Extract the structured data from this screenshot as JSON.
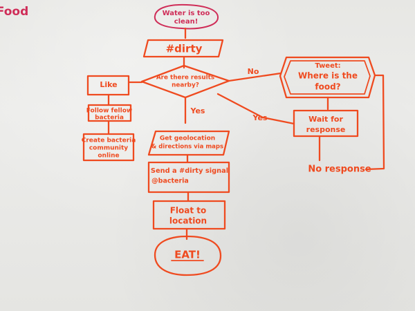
{
  "diagram": {
    "title": "Food",
    "nodes": {
      "start": {
        "lines": [
          "Water is too",
          "clean!"
        ]
      },
      "dirty": {
        "lines": [
          "#dirty"
        ]
      },
      "question": {
        "lines": [
          "Are there results",
          "nearby?"
        ]
      },
      "like": {
        "lines": [
          "Like"
        ]
      },
      "follow": {
        "lines": [
          "Follow fellow",
          "bacteria"
        ]
      },
      "community": {
        "lines": [
          "Create bacteria",
          "community",
          "online"
        ]
      },
      "geolocation": {
        "lines": [
          "Get geolocation",
          "& directions via maps"
        ]
      },
      "signal": {
        "lines": [
          "Send a #dirty signal",
          "@bacteria"
        ]
      },
      "float": {
        "lines": [
          "Float to",
          "location"
        ]
      },
      "eat": {
        "lines": [
          "EAT!"
        ]
      },
      "tweet": {
        "lines": [
          "Tweet:",
          "Where is the",
          "food?"
        ]
      },
      "wait": {
        "lines": [
          "Wait for",
          "response"
        ]
      }
    },
    "connectors": {
      "no": "No",
      "yes_center": "Yes",
      "yes_side": "Yes",
      "no_response": "No response"
    },
    "colors": {
      "marker": "#ef4a1f",
      "title": "#cf2d58",
      "paper": "#ebebe8"
    }
  }
}
